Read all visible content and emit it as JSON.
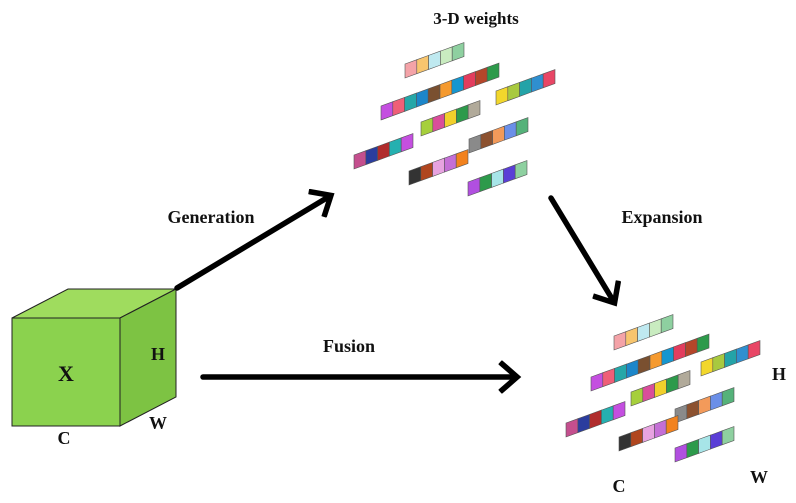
{
  "title": "3-D weights",
  "cube": {
    "center_label": "X",
    "height_label": "H",
    "width_label": "W",
    "channel_label": "C",
    "front_color": "#8bd24e",
    "top_color": "#9fdc5e",
    "side_color": "#7dc343"
  },
  "arrows": {
    "generation": "Generation",
    "expansion": "Expansion",
    "fusion": "Fusion"
  },
  "output": {
    "height_label": "H",
    "width_label": "W",
    "channel_label": "C"
  },
  "strips": [
    {
      "colors": [
        "#f4a3a8",
        "#f7c56e",
        "#bfe9f0",
        "#c9ecc0",
        "#8ed0a0"
      ]
    },
    {
      "colors": [
        "#c44fe0",
        "#ef5f78",
        "#25a7a8",
        "#1c86c9",
        "#7a5030",
        "#f59a2f",
        "#1696cf",
        "#e23d5e",
        "#b5462a",
        "#2d9a4b"
      ]
    },
    {
      "colors": [
        "#f2d72c",
        "#a8c93f",
        "#24a3a8",
        "#2f8fd0",
        "#e84665"
      ]
    },
    {
      "colors": [
        "#a6cf3c",
        "#d94e9a",
        "#f1d02c",
        "#2d9a4b",
        "#b1aa9a"
      ]
    },
    {
      "colors": [
        "#c44f8e",
        "#2b3d9e",
        "#b02c2c",
        "#25b0b0",
        "#c44fe0"
      ]
    },
    {
      "colors": [
        "#8a8a8a",
        "#8c5230",
        "#f39a5a",
        "#6b8fe8",
        "#55b27a"
      ]
    },
    {
      "colors": [
        "#333333",
        "#b0461f",
        "#e7a3e0",
        "#c46fd6",
        "#f2821e"
      ]
    },
    {
      "colors": [
        "#b14fe0",
        "#2d9a4b",
        "#a7e5e8",
        "#5a3ed6",
        "#8ed0a0"
      ]
    }
  ]
}
